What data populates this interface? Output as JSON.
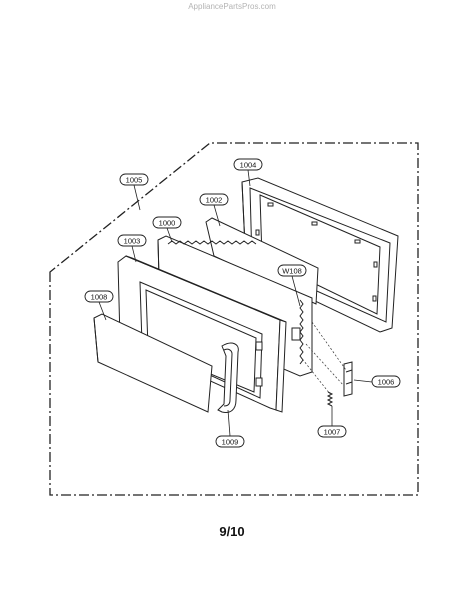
{
  "watermark": "AppliancePartsPros.com",
  "page_number": "9/10",
  "callouts": {
    "c1005": "1005",
    "c1004": "1004",
    "c1002": "1002",
    "c1000": "1000",
    "c1003": "1003",
    "cW108": "W108",
    "c1008": "1008",
    "c1006": "1006",
    "c1007": "1007",
    "c1009": "1009"
  }
}
